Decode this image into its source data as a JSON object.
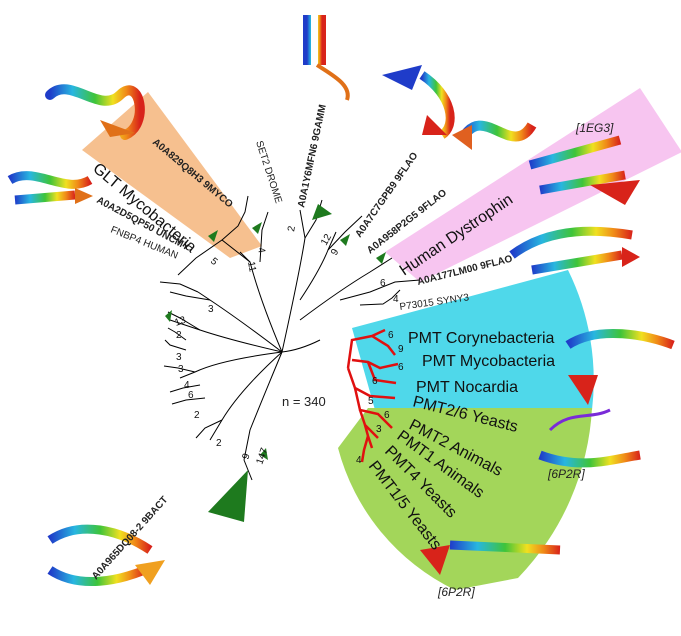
{
  "tree": {
    "n_label": "n = 340",
    "leaf_labels": {
      "set2": "SET2 DROME",
      "a0a1y6": "A0A1Y6MFN6 9GAMM",
      "a0a829": "A0A829Q8H3 9MYCO",
      "a0a2d5": "A0A2D5QP50 UNCMY",
      "fnbp4": "FNBP4 HUMAN",
      "a0a7c7": "A0A7C7GPB9 9FLAO",
      "a0a958": "A0A958P2G5 9FLAO",
      "a0a177": "A0A177LM00 9FLAO",
      "p73015": "P73015 SYNY3",
      "a0a965": "A0A965DQ08-2 9BACT"
    },
    "clade_labels": {
      "glt": "GLT Mycobacteria",
      "dystrophin": "Human Dystrophin",
      "pmt_coryne": "PMT Corynebacteria",
      "pmt_myco": "PMT Mycobacteria",
      "pmt_nocardia": "PMT Nocardia",
      "pmt26": "PMT2/6 Yeasts",
      "pmt2": "PMT2 Animals",
      "pmt1": "PMT1 Animals",
      "pmt4": "PMT4 Yeasts",
      "pmt15": "PMT1/5 Yeasts"
    },
    "pdb_labels": {
      "eg3": "[1EG3]",
      "p2r_a": "[6P2R]",
      "p2r_b": "[6P2R]"
    },
    "node_counts": {
      "n5": "5",
      "n4": "4",
      "n11": "11",
      "n2_top": "2",
      "n12": "12",
      "n9_top": "9",
      "n6_right": "6",
      "n4_right": "4",
      "n13": "13",
      "n3_mid": "3",
      "n2_a": "2",
      "n3_a": "3",
      "n3_b": "3",
      "n4_c": "4",
      "n6_c": "6",
      "n2_c": "2",
      "n2_d": "2",
      "n9_bot": "9",
      "n147": "147",
      "r6_a": "6",
      "r9": "9",
      "r6_b": "6",
      "r6_c": "6",
      "r5": "5",
      "r6_d": "6",
      "r3": "3",
      "r4": "4"
    },
    "colors": {
      "glt_band": "#f6c08f",
      "dystrophin_band": "#f7c5f0",
      "pmt_cyan": "#4fd8ea",
      "pmt_green": "#a3d65a",
      "red_clade": "#e01010",
      "collapsed_triangle": "#1e7a1e",
      "branch": "#000000"
    }
  }
}
